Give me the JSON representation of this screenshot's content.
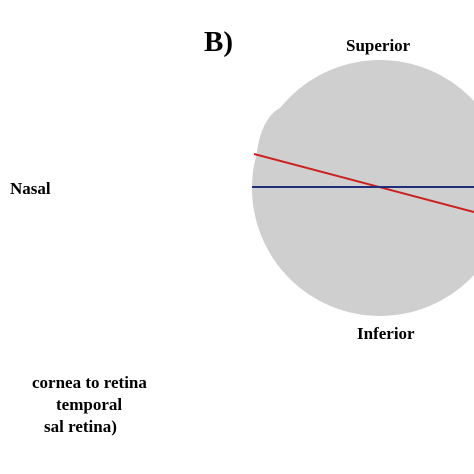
{
  "panel_label": "B)",
  "orientation": {
    "superior": "Superior",
    "inferior": "Inferior",
    "nasal": "Nasal"
  },
  "caption_lines": [
    "cornea to retina",
    "temporal",
    "sal retina)"
  ],
  "colors": {
    "eye_fill": "#cfcfcf",
    "red_line": "#cc1f1f",
    "blue_line": "#1f2f7a"
  }
}
